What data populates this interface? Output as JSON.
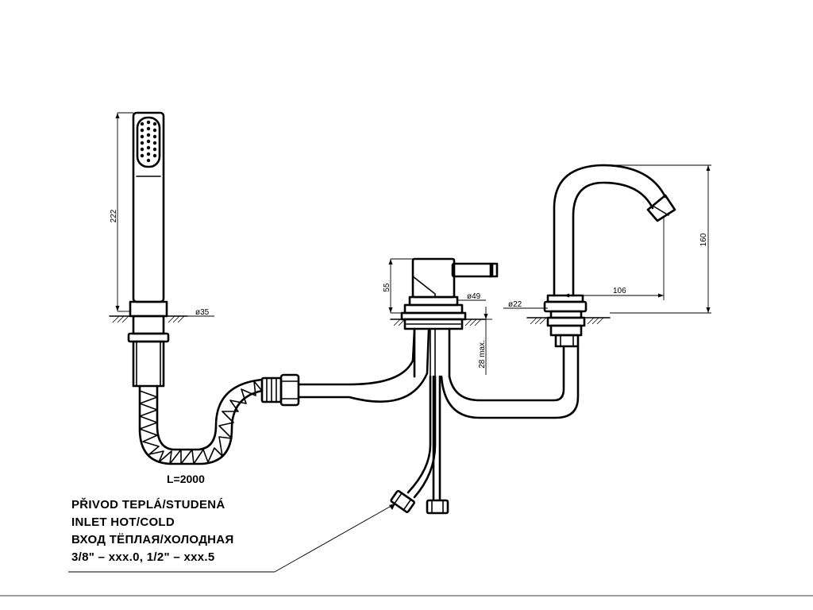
{
  "dimensions": {
    "handshower_height": "222",
    "base_diameter_left": "ø35",
    "mixer_height": "55",
    "mixer_diameter": "ø49",
    "deck_thickness": "28 max.",
    "spout_base_diameter": "ø22",
    "spout_reach": "106",
    "spout_height": "160"
  },
  "hose": {
    "length_label": "L=2000"
  },
  "inlet_note": {
    "line1": "PŘIVOD TEPLÁ/STUDENÁ",
    "line2": "INLET HOT/COLD",
    "line3": "ВХОД ТЁПЛАЯ/ХОЛОДНАЯ",
    "line4": "3/8\" – xxx.0, 1/2\" – xxx.5"
  }
}
